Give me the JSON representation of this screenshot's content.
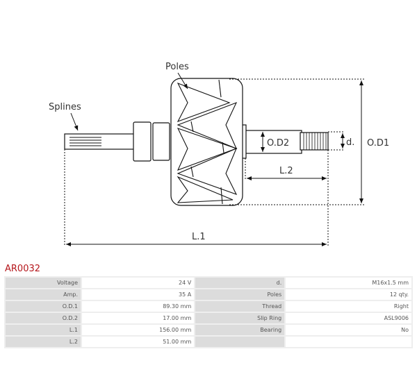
{
  "diagram": {
    "labels": {
      "poles": "Poles",
      "splines": "Splines",
      "od2": "O.D2",
      "d": "d.",
      "od1": "O.D1",
      "l2": "L.2",
      "l1": "L.1"
    }
  },
  "product_code": "AR0032",
  "specs": [
    {
      "label": "Voltage",
      "value": "24 V",
      "label2": "d.",
      "value2": "M16x1.5 mm"
    },
    {
      "label": "Amp.",
      "value": "35 A",
      "label2": "Poles",
      "value2": "12 qty."
    },
    {
      "label": "O.D.1",
      "value": "89.30 mm",
      "label2": "Thread",
      "value2": "Right"
    },
    {
      "label": "O.D.2",
      "value": "17.00 mm",
      "label2": "Slip Ring",
      "value2": "ASL9006"
    },
    {
      "label": "L.1",
      "value": "156.00 mm",
      "label2": "Bearing",
      "value2": "No"
    },
    {
      "label": "L.2",
      "value": "51.00 mm",
      "label2": "",
      "value2": ""
    }
  ]
}
